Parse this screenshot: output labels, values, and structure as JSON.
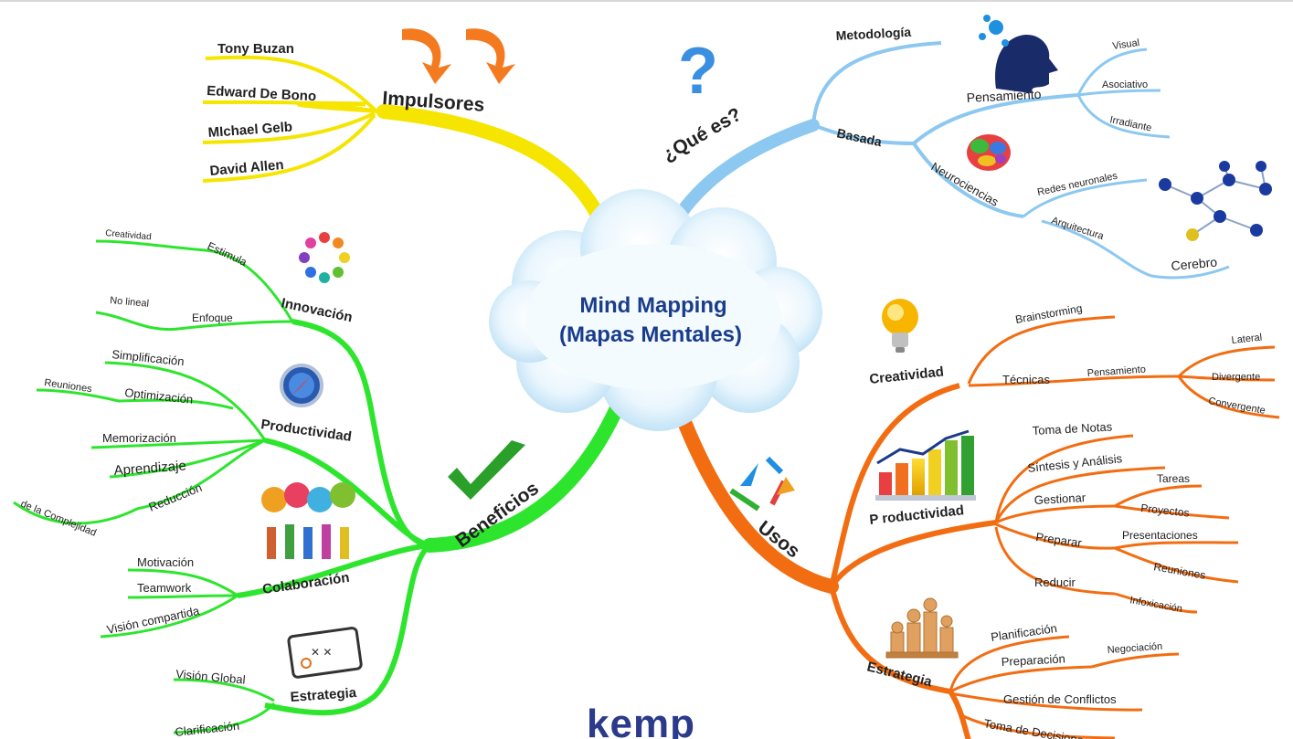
{
  "center": {
    "line1": "Mind Mapping",
    "line2": "(Mapas Mentales)"
  },
  "colors": {
    "yellow": "#f5e500",
    "blue": "#8cc8f0",
    "green": "#2ee52e",
    "orange": "#f26d12",
    "title": "#1a3c8c"
  },
  "impulsores": {
    "label": "Impulsores",
    "items": [
      "Tony Buzan",
      "Edward De Bono",
      "MIchael Gelb",
      "David Allen"
    ]
  },
  "que_es": {
    "label": "¿Qué es?",
    "metodologia": "Metodología",
    "basada": "Basada",
    "pensamiento": "Pensamiento",
    "pensamiento_items": [
      "Visual",
      "Asociativo",
      "Irradiante"
    ],
    "neurociencias": "Neurociencias",
    "redes": "Redes neuronales",
    "arquitectura": "Arquitectura",
    "cerebro": "Cerebro"
  },
  "beneficios": {
    "label": "Beneficios",
    "innovacion": {
      "label": "Innovación",
      "estimula": "Estimula",
      "creatividad": "Creatividad",
      "enfoque": "Enfoque",
      "no_lineal": "No lineal"
    },
    "productividad": {
      "label": "Productividad",
      "simplificacion": "Simplificación",
      "optimizacion": "Optimización",
      "reuniones": "Reuniones",
      "memorizacion": "Memorización",
      "aprendizaje": "Aprendizaje",
      "reduccion": "Reducción",
      "complejidad": "de la Complejidad"
    },
    "colaboracion": {
      "label": "Colaboración",
      "items": [
        "Motivación",
        "Teamwork",
        "Visión compartida"
      ]
    },
    "estrategia": {
      "label": "Estrategia",
      "items": [
        "Visión Global",
        "Clarificación"
      ]
    }
  },
  "usos": {
    "label": "Usos",
    "creatividad": {
      "label": "Creatividad",
      "brainstorming": "Brainstorming",
      "tecnicas": "Técnicas",
      "pensamiento": "Pensamiento",
      "tipos": [
        "Lateral",
        "Divergente",
        "Convergente"
      ]
    },
    "productividad": {
      "label": "P roductividad",
      "toma_notas": "Toma de Notas",
      "sintesis": "Síntesis y Análisis",
      "gestionar": "Gestionar",
      "tareas": "Tareas",
      "proyectos": "Proyectos",
      "preparar": "Preparar",
      "presentaciones": "Presentaciones",
      "reuniones": "Reuniones",
      "reducir": "Reducir",
      "infoxicacion": "Infoxicación"
    },
    "estrategia": {
      "label": "Estrategia",
      "items": [
        "Planificación",
        "Preparación",
        "Negociación",
        "Gestión de Conflictos",
        "Toma de Decisiones"
      ]
    }
  },
  "logo": "kemp",
  "icons": [
    "arrows-icon",
    "question-mark-icon",
    "head-gears-icon",
    "brain-icon",
    "network-icon",
    "color-wheel-icon",
    "compass-icon",
    "people-puzzle-icon",
    "strategy-board-icon",
    "checkmark-icon",
    "lightbulb-icon",
    "cycle-arrows-icon",
    "bar-chart-icon",
    "chess-pieces-icon"
  ]
}
